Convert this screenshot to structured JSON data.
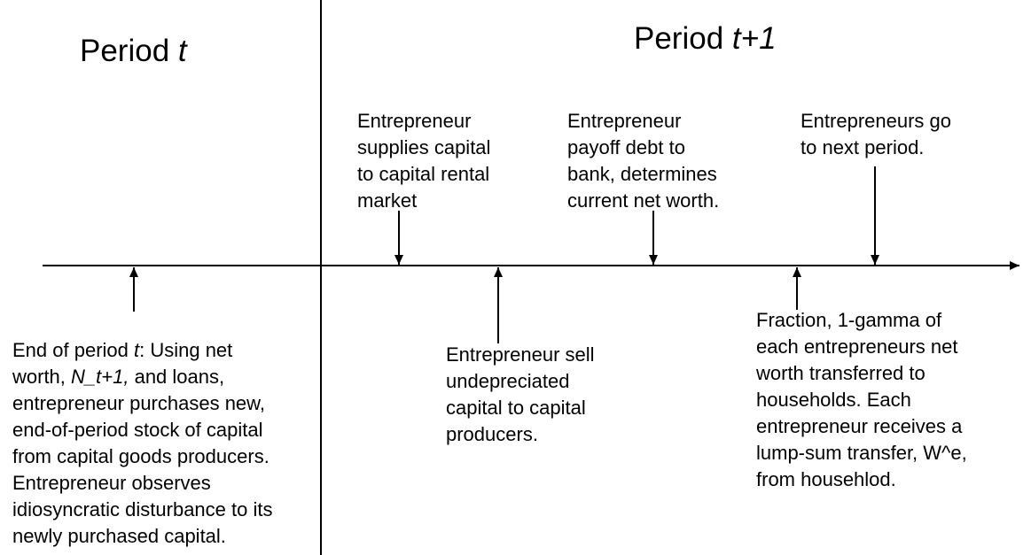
{
  "periods": {
    "left": {
      "label": "Period ",
      "var": "t"
    },
    "right": {
      "label": "Period ",
      "var": "t+1"
    }
  },
  "events": {
    "end_of_period": {
      "lines": [
        [
          "End of period ",
          "t",
          ": Using net"
        ],
        [
          "worth, ",
          "N_t+1,",
          " and loans,"
        ],
        [
          "entrepreneur purchases new,"
        ],
        [
          "end-of-period stock of capital"
        ],
        [
          "from capital goods producers."
        ],
        [
          "Entrepreneur observes"
        ],
        [
          "idiosyncratic disturbance to its"
        ],
        [
          "newly purchased capital."
        ]
      ]
    },
    "supplies_capital": {
      "lines": [
        "Entrepreneur",
        "supplies capital",
        "to capital rental",
        "market"
      ]
    },
    "sell_capital": {
      "lines": [
        "Entrepreneur sell",
        "undepreciated",
        "capital to capital",
        "producers."
      ]
    },
    "payoff_debt": {
      "lines": [
        "Entrepreneur",
        "payoff debt to",
        "bank, determines",
        "current net worth."
      ]
    },
    "fraction_transfer": {
      "lines": [
        "Fraction, 1-gamma of",
        "each entrepreneurs net",
        "worth transferred to",
        "households. Each",
        "entrepreneur receives a",
        "lump-sum transfer, W^e,",
        "from househlod."
      ]
    },
    "go_next_period": {
      "lines": [
        "Entrepreneurs go",
        "to next period."
      ]
    }
  }
}
